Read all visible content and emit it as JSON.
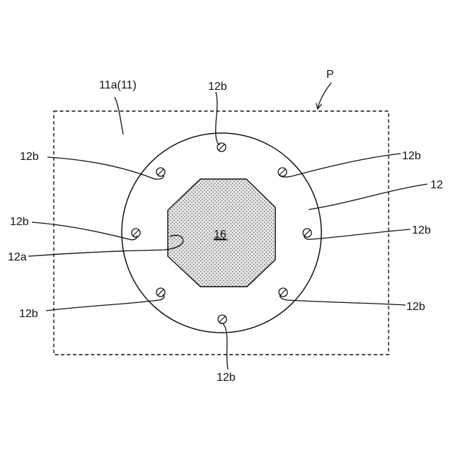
{
  "labels": {
    "outer_region": "11a(11)",
    "frame": "P",
    "disc": "12",
    "recess": "12a",
    "center_part": "16",
    "hole": "12b"
  },
  "colors": {
    "line": "#111111",
    "background": "#ffffff",
    "hatch_fill": "#e6e6e6",
    "dots": "#444444"
  }
}
